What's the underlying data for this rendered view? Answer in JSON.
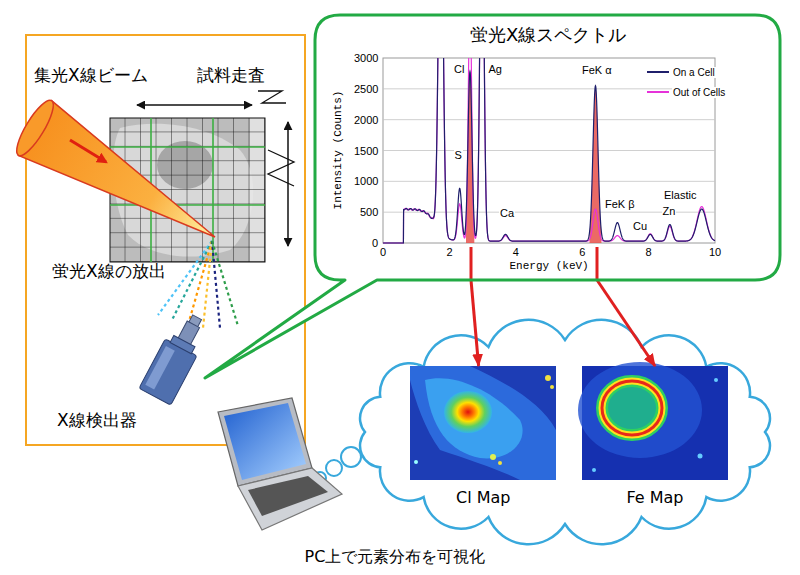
{
  "diagram": {
    "nodes": [
      {
        "text": [
          "集光X線ビーム",
          "試料走査",
          "蛍光X線の放出",
          "X線検出器"
        ]
      },
      {
        "text": [
          "蛍光X線スペクトル"
        ]
      },
      {
        "text": [
          "Cl Map"
        ]
      },
      {
        "text": [
          "Fe Map"
        ]
      }
    ],
    "edges": [
      {
        "from": 1,
        "to": 2,
        "arrow": "to"
      },
      {
        "from": 1,
        "to": 3,
        "arrow": "to"
      }
    ],
    "labels": [
      "3000",
      "2500",
      "2000",
      "1500",
      "1000",
      "500",
      "0",
      "0",
      "2",
      "4",
      "6",
      "8",
      "10",
      "Intensity (Counts)",
      "Energy (keV)",
      "Cl",
      "Ag",
      "S",
      "Ca",
      "FeK α",
      "FeK β",
      "Cu",
      "Zn",
      "Elastic",
      "PC上で元素分布を可視化"
    ],
    "legend": [
      {
        "text": "On a Cell"
      },
      {
        "text": "Out of Cells"
      }
    ]
  }
}
